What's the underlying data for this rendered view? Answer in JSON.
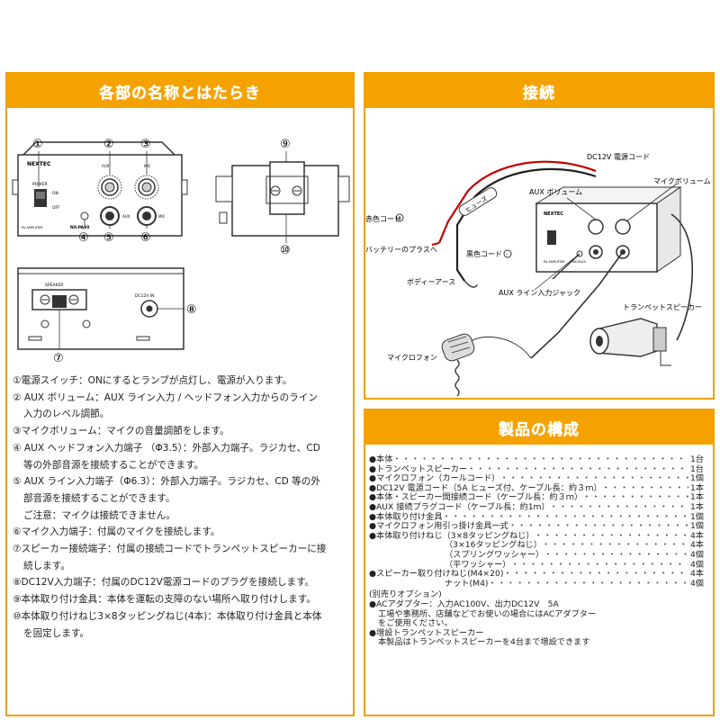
{
  "left_header": "各部の名称とはたらき",
  "right_header_top": "接続",
  "right_header_bottom": "製品の構成",
  "device": {
    "brand": "NEXTEC",
    "model": "NX-PA20",
    "type_label": "PA AMPLIFIER",
    "power_label": "POWER",
    "on_label": "ON",
    "off_label": "OFF",
    "aux_label": "AUX",
    "mic_label": "MIC",
    "speaker_label": "SPEAKER",
    "dc_label": "DC12V IN"
  },
  "callouts": [
    "①",
    "②",
    "③",
    "④",
    "⑤",
    "⑥",
    "⑦",
    "⑧",
    "⑨",
    "⑩"
  ],
  "descriptions": [
    {
      "text": "①電源スイッチ：ONにするとランプが点灯し、電源が入ります。",
      "indent": false
    },
    {
      "text": "② AUX ボリューム：AUX ライン入力 / ヘッドフォン入力からのライン",
      "indent": false
    },
    {
      "text": "入力のレベル調節。",
      "indent": true
    },
    {
      "text": "③マイクボリューム：マイクの音量調節をします。",
      "indent": false
    },
    {
      "text": "④ AUX ヘッドフォン入力端子 （Φ3.5）：外部入力端子。ラジカセ、CD",
      "indent": false
    },
    {
      "text": "等の外部音源を接続することができます。",
      "indent": true
    },
    {
      "text": "⑤ AUX ライン入力端子（Φ6.3）：外部入力端子。ラジカセ、CD 等の外",
      "indent": false
    },
    {
      "text": "部音源を接続することができます。",
      "indent": true
    },
    {
      "text": "ご注意：マイクは接続できません。",
      "indent": true
    },
    {
      "text": "⑥マイク入力端子：付属のマイクを接続します。",
      "indent": false
    },
    {
      "text": "⑦スピーカー接続端子：付属の接続コードでトランペットスピーカーに接",
      "indent": false
    },
    {
      "text": "続します。",
      "indent": true
    },
    {
      "text": "⑧DC12V入力端子：付属のDC12V電源コードのプラグを接続します。",
      "indent": false
    },
    {
      "text": "⑨本体取り付け金具：本体を運転の支障のない場所へ取り付けします。",
      "indent": false
    },
    {
      "text": "⑩本体取り付けねじ3×8タッピングねじ(4本)：本体取り付け金具と本体",
      "indent": false
    },
    {
      "text": "を固定します。",
      "indent": true
    }
  ],
  "connection_labels": {
    "dc_cord": "DC12V 電源コード",
    "aux_volume": "AUX ボリューム",
    "mic_volume": "マイクボリューム",
    "fuse": "ヒューズ",
    "red_cord": "赤色コード",
    "plus": "+",
    "minus": "-",
    "battery_plus": "バッテリーのプラスへ",
    "black_cord": "黒色コード",
    "body_earth": "ボディーアース",
    "aux_jack": "AUX ライン入力ジャック",
    "trumpet_speaker": "トランペットスピーカー",
    "microphone": "マイクロフォン"
  },
  "products": [
    {
      "name": "●本体",
      "qty": "1台",
      "indent": false
    },
    {
      "name": "●トランペットスピーカー",
      "qty": "1台",
      "indent": false
    },
    {
      "name": "●マイクロフォン（カールコード）",
      "qty": "1個",
      "indent": false
    },
    {
      "name": "●DC12V 電源コード（5A ヒューズ付、ケーブル長：約３ｍ）",
      "qty": "1本",
      "indent": false
    },
    {
      "name": "●本体・スピーカー間接続コード（ケーブル長：約３ｍ）",
      "qty": "1本",
      "indent": false
    },
    {
      "name": "●AUX 接続プラグコード（ケーブル長：約1m）",
      "qty": "1本",
      "indent": false
    },
    {
      "name": "●本体取り付け金具",
      "qty": "1個",
      "indent": false
    },
    {
      "name": "●マイクロフォン用引っ掛け金具一式",
      "qty": "1個",
      "indent": false
    },
    {
      "name": "●本体取り付けねじ（3×8タッピングねじ）",
      "qty": "4本",
      "indent": false
    },
    {
      "name": "（3×16タッピングねじ）",
      "qty": "4本",
      "indent": true
    },
    {
      "name": "（スプリングワッシャー）",
      "qty": "4個",
      "indent": true
    },
    {
      "name": "（平ワッシャー）",
      "qty": "4個",
      "indent": true
    },
    {
      "name": "●スピーカー取り付けねじ(M4×20)",
      "qty": "4本",
      "indent": false
    },
    {
      "name": "ナット(M4)",
      "qty": "4個",
      "indent": true
    }
  ],
  "options": [
    "(別売りオプション)",
    "●ACアダプター：入力AC100V、出力DC12V　5A",
    "工場や事務所、店舗などでお使いの場合にはACアダプター",
    "をご使用ください。",
    "●増設トランペットスピーカー",
    "本製品はトランペットスピーカーを4台まで増設できます"
  ]
}
